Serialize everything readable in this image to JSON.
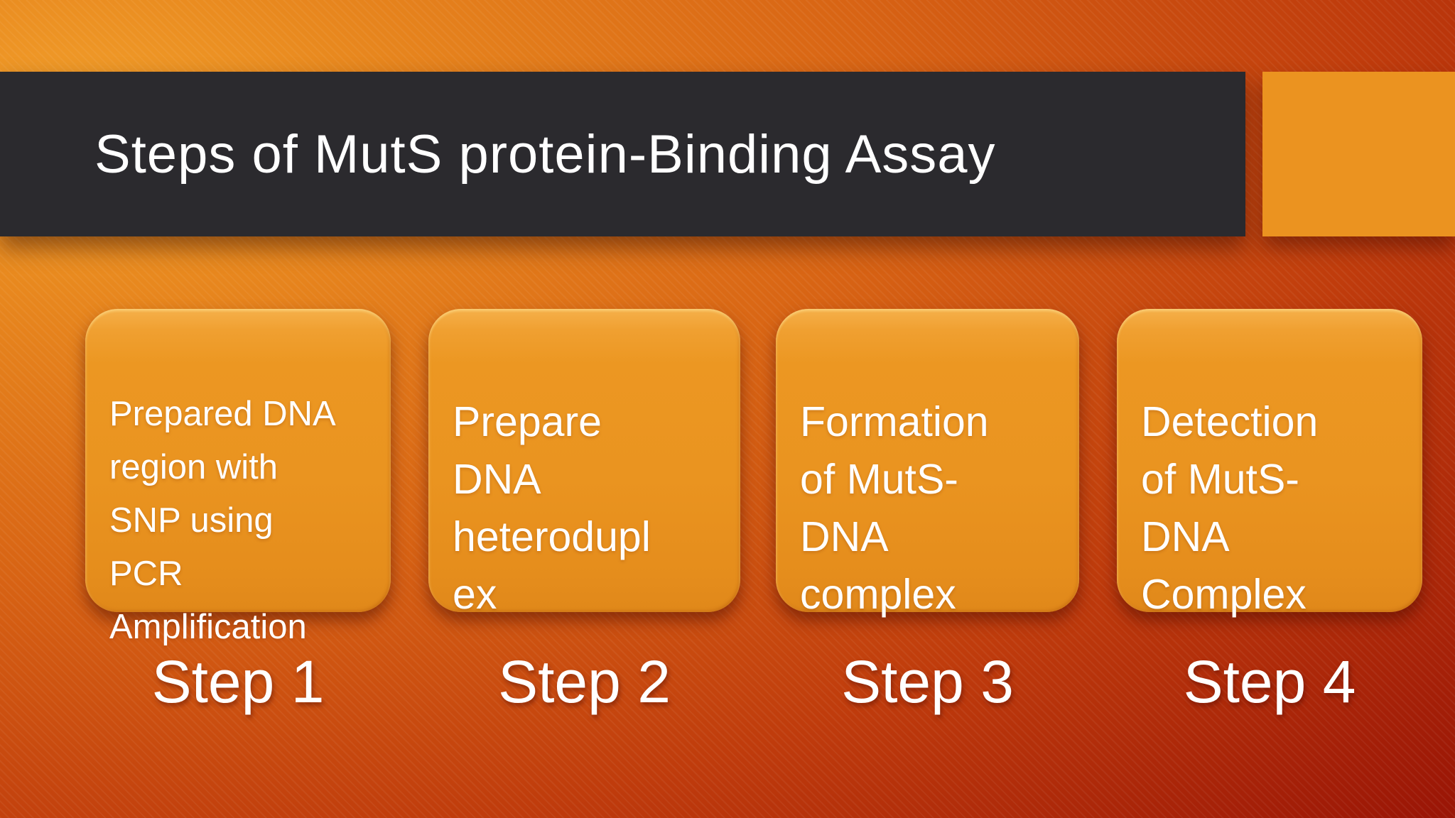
{
  "slide": {
    "title": "Steps of MutS protein-Binding Assay",
    "steps": [
      {
        "label": "Step 1",
        "description": "Prepared DNA\nregion with\nSNP using\nPCR\nAmplification"
      },
      {
        "label": "Step 2",
        "description": "Prepare\nDNA\nheterodupl\nex"
      },
      {
        "label": "Step 3",
        "description": "Formation\nof MutS-\nDNA\ncomplex"
      },
      {
        "label": "Step 4",
        "description": "Detection\nof MutS-\nDNA\nComplex"
      }
    ],
    "colors": {
      "accent_orange": "#EB9320",
      "card_orange": "#EA9420",
      "title_band": "#2B2A2E",
      "background_top_left": "#EE8F22",
      "background_bottom_right": "#8A0A04",
      "text": "#FFFFFF"
    }
  }
}
